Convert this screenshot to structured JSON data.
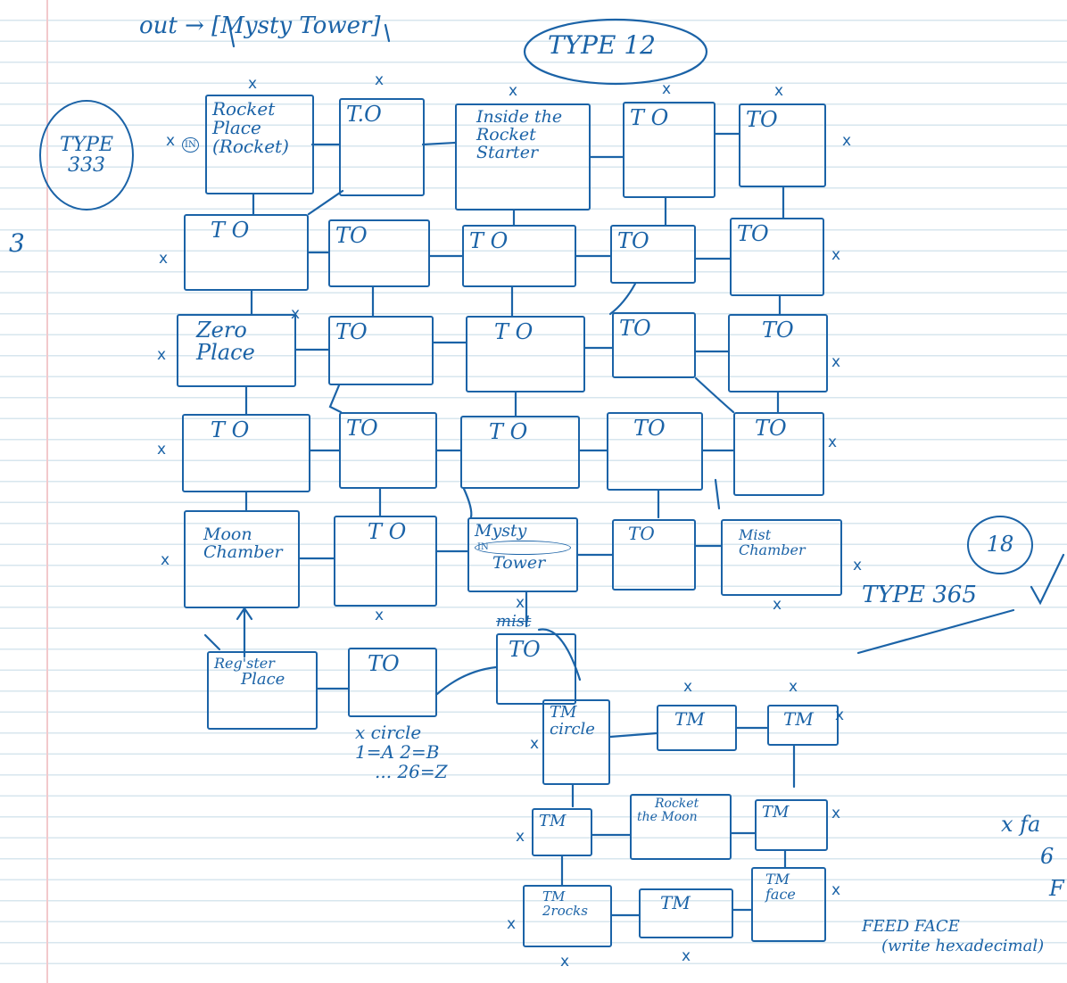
{
  "header_note": "out → [Mysty Tower]",
  "type_badges": {
    "left": [
      "TYPE",
      "333"
    ],
    "top": "TYPE 12",
    "right": "18"
  },
  "side_mark": "3",
  "type_365": "TYPE 365",
  "rooms": {
    "r1c1": [
      "Rocket",
      "Place",
      "(Rocket)"
    ],
    "r1c2": [
      "T.O"
    ],
    "r1c3": [
      "Inside the",
      "Rocket",
      "Starter"
    ],
    "r1c4": [
      "T O"
    ],
    "r1c5": [
      "TO"
    ],
    "r2c1": [
      "T O"
    ],
    "r2c2": [
      "TO"
    ],
    "r2c3": [
      "T O"
    ],
    "r2c4": [
      "TO"
    ],
    "r2c5": [
      "TO"
    ],
    "r3c1": [
      "Zero",
      "Place"
    ],
    "r3c2": [
      "TO"
    ],
    "r3c3": [
      "T O"
    ],
    "r3c4": [
      "TO"
    ],
    "r3c5": [
      "TO"
    ],
    "r4c1": [
      "T O"
    ],
    "r4c2": [
      "TO"
    ],
    "r4c3": [
      "T O"
    ],
    "r4c4": [
      "TO"
    ],
    "r4c5": [
      "TO"
    ],
    "r5c1": [
      "Moon",
      "Chamber"
    ],
    "r5c2": [
      "T O"
    ],
    "r5c3": [
      "Mysty",
      "Tower"
    ],
    "r5c4": [
      "TO"
    ],
    "r5c5": [
      "Mist",
      "Chamber"
    ],
    "r6c1": [
      "Reg'ster",
      "Place"
    ],
    "r6c2": [
      "TO"
    ],
    "r6c3": [
      "TO"
    ],
    "tm1": [
      "TM",
      "circle"
    ],
    "tm2": [
      "TM"
    ],
    "tm3": [
      "TM"
    ],
    "tm4": [
      "TM"
    ],
    "tm5": [
      "Rocket",
      "the Moon"
    ],
    "tm6": [
      "TM"
    ],
    "tm7": [
      "TM",
      "2rocks"
    ],
    "tm8": [
      "TM"
    ],
    "tm9": [
      "TM",
      "face"
    ]
  },
  "in_marker": "IN",
  "strikethrough_word": "mist",
  "circle_note": [
    "x circle",
    "1=A 2=B",
    "... 26=Z"
  ],
  "feed_note": [
    "FEED FACE",
    "(write hexadecimal)"
  ],
  "edge_note": [
    "x fa",
    "6",
    "F"
  ],
  "mark_x": "x"
}
